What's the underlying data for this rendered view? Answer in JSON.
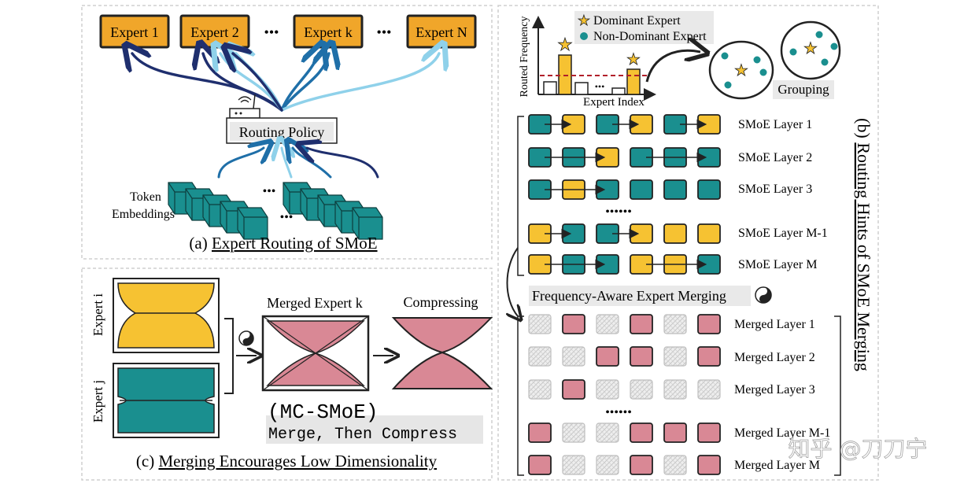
{
  "panel_a": {
    "experts": [
      "Expert 1",
      "Expert 2",
      "Expert k",
      "Expert N"
    ],
    "dots": [
      "•••",
      "•••",
      "•••",
      "•••"
    ],
    "routing_policy": "Routing Policy",
    "token_label_1": "Token",
    "token_label_2": "Embeddings",
    "caption_prefix": "(a) ",
    "caption_title": "Expert Routing of SMoE"
  },
  "panel_b": {
    "legend_dominant": "Dominant Expert",
    "legend_non_dominant": "Non-Dominant Expert",
    "y_axis_label": "Routed Frequency",
    "x_axis_label": "Expert Index",
    "dots": "•••",
    "grouping": "Grouping",
    "layers": [
      "SMoE Layer 1",
      "SMoE Layer 2",
      "SMoE Layer 3",
      "SMoE Layer M-1",
      "SMoE Layer M"
    ],
    "layer_dots": "••••••",
    "merging_title": "Frequency-Aware Expert Merging",
    "merged_layers": [
      "Merged Layer 1",
      "Merged Layer 2",
      "Merged Layer 3",
      "Merged Layer M-1",
      "Merged Layer M"
    ],
    "side_caption_prefix": "(b) ",
    "side_caption_title": "Routing Hints of SMoE Merging",
    "colors": {
      "dominant": "#f6c232",
      "non_dominant": "#1a8f8f",
      "merged": "#d98895",
      "empty": "#e6e6e6"
    }
  },
  "panel_c": {
    "expert_i": "Expert i",
    "expert_j": "Expert j",
    "merged_expert": "Merged Expert k",
    "compressing": "Compressing",
    "mc_smoe": "(MC-SMoE)",
    "merge_then_compress": "Merge, Then Compress",
    "caption_prefix": "(c) ",
    "caption_title": "Merging Encourages Low Dimensionality"
  },
  "watermark": "知乎 @刀刀宁",
  "colors": {
    "expert_fill": "#f0a62a",
    "arrow_dark": "#1f2f6e",
    "arrow_mid": "#1f6fa8",
    "arrow_light": "#8fd1ea",
    "yellow": "#f6c232",
    "teal": "#1a8f8f",
    "pink": "#d98895"
  }
}
